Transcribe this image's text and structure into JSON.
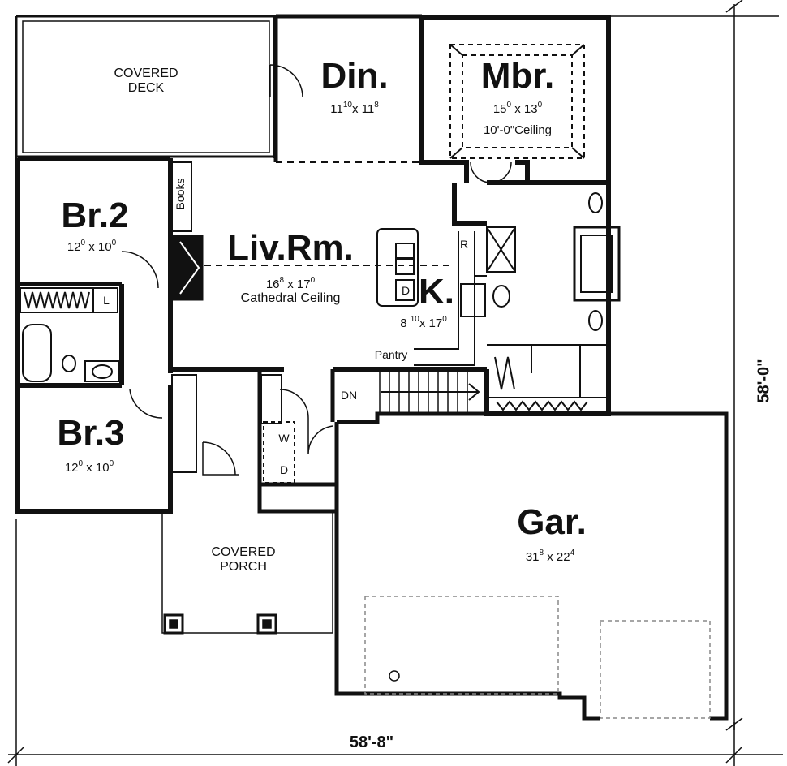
{
  "rooms": {
    "covered_deck": {
      "label": "COVERED\nDECK",
      "line1": "COVERED",
      "line2": "DECK"
    },
    "dining": {
      "name": "Din.",
      "w": "11",
      "w_in": "10",
      "h": "11",
      "h_in": "8"
    },
    "master_bedroom": {
      "name": "Mbr.",
      "w": "15",
      "w_in": "0",
      "h": "13",
      "h_in": "0",
      "note": "10'-0\"Ceiling"
    },
    "bedroom_2": {
      "name": "Br.2",
      "w": "12",
      "w_in": "0",
      "h": "10",
      "h_in": "0"
    },
    "bedroom_3": {
      "name": "Br.3",
      "w": "12",
      "w_in": "0",
      "h": "10",
      "h_in": "0"
    },
    "living_room": {
      "name": "Liv.Rm.",
      "w": "16",
      "w_in": "8",
      "h": "17",
      "h_in": "0",
      "note": "Cathedral Ceiling"
    },
    "kitchen": {
      "name": "K.",
      "w": "8",
      "w_in": "10",
      "h": "17",
      "h_in": "0"
    },
    "garage": {
      "name": "Gar.",
      "w": "31",
      "w_in": "8",
      "h": "22",
      "h_in": "4"
    },
    "covered_porch": {
      "line1": "COVERED",
      "line2": "PORCH"
    }
  },
  "fixtures": {
    "books": "Books",
    "pantry": "Pantry",
    "refrigerator": "R",
    "dishwasher": "D",
    "linen": "L",
    "washer": "W",
    "dryer": "D",
    "stairs_down": "DN"
  },
  "dimensions": {
    "width": "58'-8\"",
    "depth": "58'-0\""
  }
}
